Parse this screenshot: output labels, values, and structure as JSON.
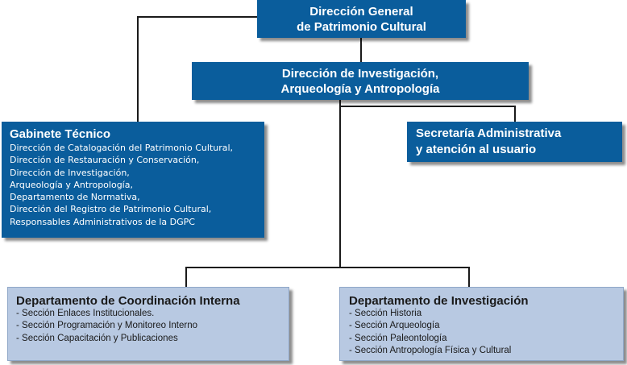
{
  "top": {
    "line1": "Dirección General",
    "line2": "de Patrimonio Cultural"
  },
  "investigacion": {
    "line1": "Dirección de Investigación,",
    "line2": "Arqueología y Antropología"
  },
  "gabinete": {
    "title": "Gabinete Técnico",
    "items": [
      "Dirección de Catalogación del Patrimonio Cultural,",
      "Dirección de Restauración y Conservación,",
      "Dirección de Investigación,",
      "Arqueología y Antropología,",
      "Departamento de Normativa,",
      "Dirección del Registro de Patrimonio Cultural,",
      "Responsables Administrativos de la DGPC"
    ]
  },
  "secretaria": {
    "line1": "Secretaría Administrativa",
    "line2": "y atención al usuario"
  },
  "coordinacion": {
    "title": "Departamento de Coordinación Interna",
    "items": [
      "- Sección Enlaces Institucionales.",
      "- Sección Programación y  Monitoreo Interno",
      "- Sección Capacitación y Publicaciones"
    ]
  },
  "dep_investigacion": {
    "title": "Departamento de Investigación",
    "items": [
      "- Sección Historia",
      "- Sección Arqueología",
      "- Sección Paleontología",
      "- Sección Antropología Física y Cultural"
    ]
  }
}
